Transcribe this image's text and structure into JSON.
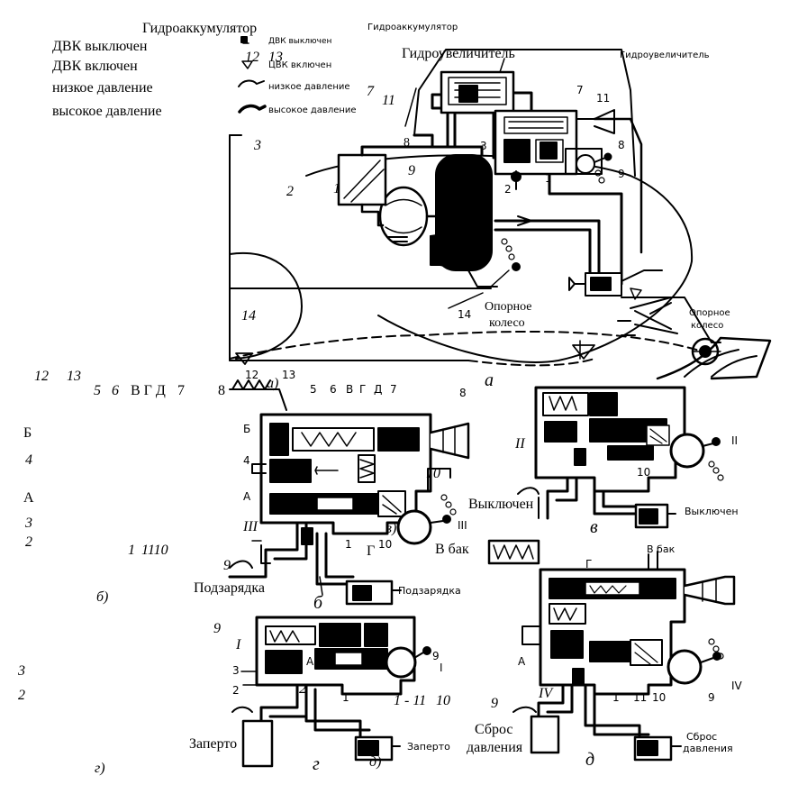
{
  "legend": {
    "accumulator": "Гидроаккумулятор",
    "dvk_off": "ДВК выключен",
    "dvk_on": "ДВК включен",
    "low_pressure": "низкое давление",
    "high_pressure": "высокое давление",
    "print_accumulator": "Гидроаккумулятор",
    "print_off": "ДВК выключен",
    "print_on": "ЦВК включен",
    "print_low": "низкое давление",
    "print_high": "высокое давление"
  },
  "top": {
    "amplifier": "Гидроувеличитель",
    "print_amplifier": "Гидроувеличитель",
    "support_wheel_1": "Опорное",
    "support_wheel_2": "колесо",
    "print_support_1": "Опорное",
    "print_support_2": "колесо",
    "fig_a": "а"
  },
  "side_labels": {
    "n12": "12",
    "n13": "13",
    "n7": "7",
    "n11": "11",
    "n3": "3",
    "n2": "2",
    "n1": "1",
    "n9": "9",
    "n14": "14",
    "n8": "8",
    "row_12": "12",
    "row_13": "13",
    "row_5": "5",
    "row_6": "6",
    "row_vgd": "В Г Д",
    "row_7": "7",
    "B": "Б",
    "n4": "4",
    "A": "А",
    "l3": "3",
    "l2": "2",
    "l1": "1",
    "l1110": "1110",
    "fig_b": "б)",
    "l9": "9",
    "l3b": "3",
    "l2b": "2",
    "fig_g": "г)"
  },
  "panel_b": {
    "a_paren": "а)",
    "n8": "8",
    "n12": "12",
    "n13": "13",
    "n5": "5",
    "n6": "6",
    "V": "В",
    "G": "Г",
    "D": "Д",
    "n7": "7",
    "B": "Б",
    "n4": "4",
    "A": "А",
    "n10": "10",
    "roman3": "III",
    "n1": "1",
    "Gc": "Г",
    "n10b": "10",
    "v_paren": "в)",
    "to_tank": "В бак",
    "n9": "9",
    "charging": "Подзарядка",
    "print_charging": "Подзарядка",
    "roman3b": "III",
    "fig": "б"
  },
  "panel_v": {
    "roman2": "II",
    "n10": "10",
    "roman2b": "II",
    "off": "Выключен",
    "print_off": "Выключен",
    "fig": "в"
  },
  "panel_g": {
    "roman1": "I",
    "n3": "3",
    "A": "А",
    "n2": "2",
    "n1": "1",
    "n1_11": "1 - 11",
    "n10": "10",
    "n9": "9",
    "roman1b": "I",
    "locked": "Заперто",
    "print_locked": "Заперто",
    "fig": "г",
    "d_paren": "д)"
  },
  "panel_d": {
    "G": "Г",
    "to_tank": "В бак",
    "A": "А",
    "roman4": "IV",
    "n1": "1",
    "n11": "11",
    "n10": "10",
    "n9": "9",
    "roman4b": "IV",
    "n9b": "9",
    "release_1": "Сброс",
    "release_2": "давления",
    "print_release_1": "Сброс",
    "print_release_2": "давления",
    "fig": "д"
  }
}
